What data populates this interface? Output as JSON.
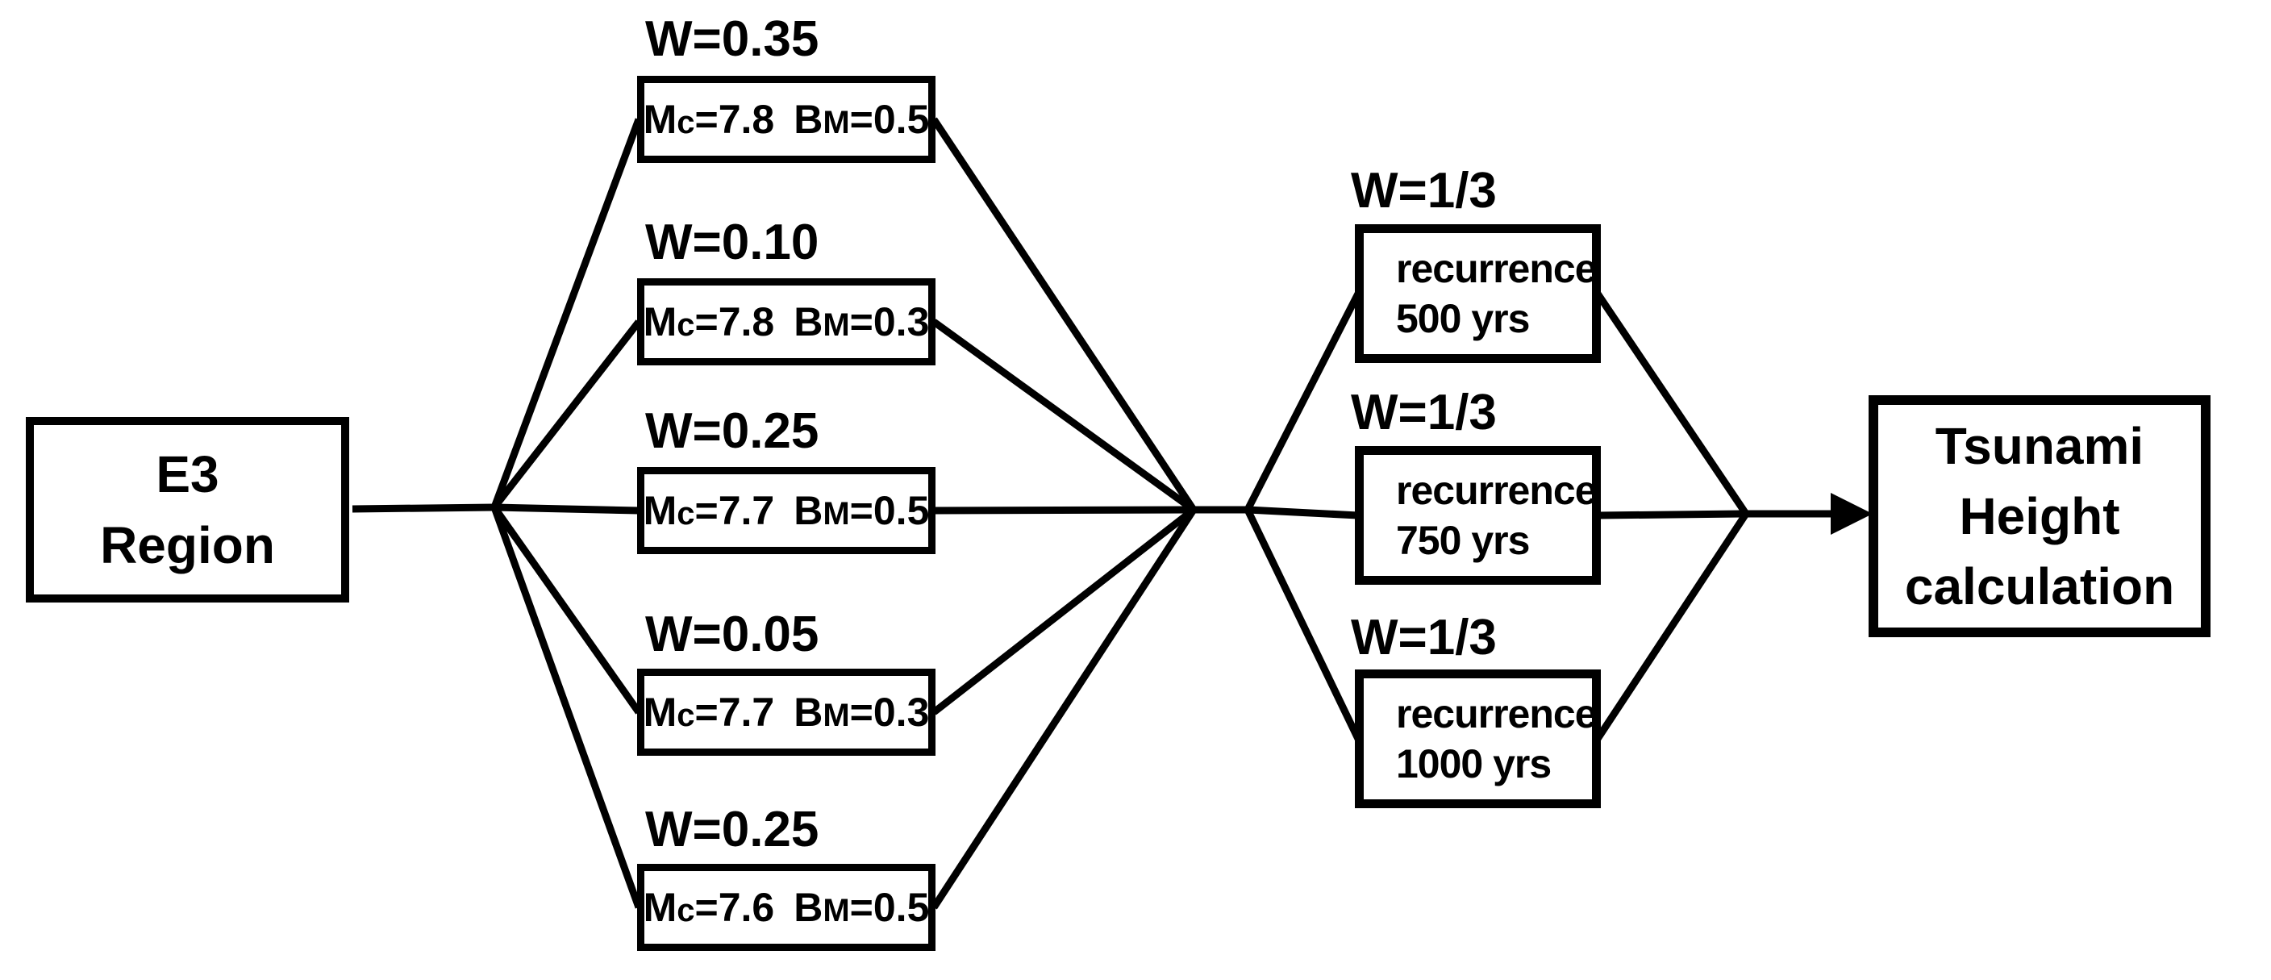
{
  "colors": {
    "ink": "#000000",
    "background": "#ffffff"
  },
  "diagram": {
    "source_node": {
      "line1": "E3",
      "line2": "Region"
    },
    "magnitude_branches": [
      {
        "weight": "W=0.35",
        "m_sym": "M",
        "m_sub": "c",
        "m_val": "=7.8",
        "b_sym": "B",
        "b_sub": "M",
        "b_val": "=0.5"
      },
      {
        "weight": "W=0.10",
        "m_sym": "M",
        "m_sub": "c",
        "m_val": "=7.8",
        "b_sym": "B",
        "b_sub": "M",
        "b_val": "=0.3"
      },
      {
        "weight": "W=0.25",
        "m_sym": "M",
        "m_sub": "c",
        "m_val": "=7.7",
        "b_sym": "B",
        "b_sub": "M",
        "b_val": "=0.5"
      },
      {
        "weight": "W=0.05",
        "m_sym": "M",
        "m_sub": "c",
        "m_val": "=7.7",
        "b_sym": "B",
        "b_sub": "M",
        "b_val": "=0.3"
      },
      {
        "weight": "W=0.25",
        "m_sym": "M",
        "m_sub": "c",
        "m_val": "=7.6",
        "b_sym": "B",
        "b_sub": "M",
        "b_val": "=0.5"
      }
    ],
    "recurrence_branches": [
      {
        "weight": "W=1/3",
        "line1": "recurrence",
        "line2": "500 yrs"
      },
      {
        "weight": "W=1/3",
        "line1": "recurrence",
        "line2": "750 yrs"
      },
      {
        "weight": "W=1/3",
        "line1": "recurrence",
        "line2": "1000 yrs"
      }
    ],
    "output_node": {
      "line1": "Tsunami",
      "line2": "Height",
      "line3": "calculation"
    }
  }
}
